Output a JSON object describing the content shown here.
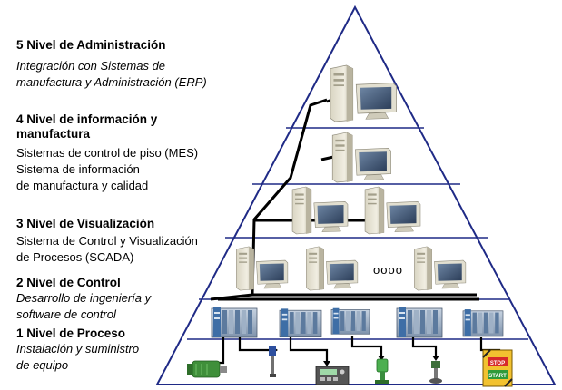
{
  "levels": [
    {
      "title": "5 Nivel de Administración",
      "desc": [
        "Integración con Sistemas  de",
        "manufactura y Administración (ERP)"
      ]
    },
    {
      "title_lines": [
        "4 Nivel de información y",
        "manufactura"
      ],
      "desc": [
        "Sistemas de  control  de piso (MES)",
        "Sistema de información",
        "de manufactura y calidad"
      ]
    },
    {
      "title": "3 Nivel de Visualización",
      "desc": [
        "Sistema de Control y Visualización",
        "de Procesos (SCADA)"
      ]
    },
    {
      "title": "2 Nivel de Control",
      "desc": [
        "Desarrollo de ingeniería y",
        "software de control"
      ]
    },
    {
      "title": "1 Nivel de Proceso",
      "desc": [
        "Instalación y suministro",
        "de equipo"
      ]
    }
  ],
  "ellipsis": "oooo",
  "stop_label": "STOP",
  "start_label": "START",
  "colors": {
    "pyramid_line": "#1f2a86",
    "bus": "#000000"
  }
}
